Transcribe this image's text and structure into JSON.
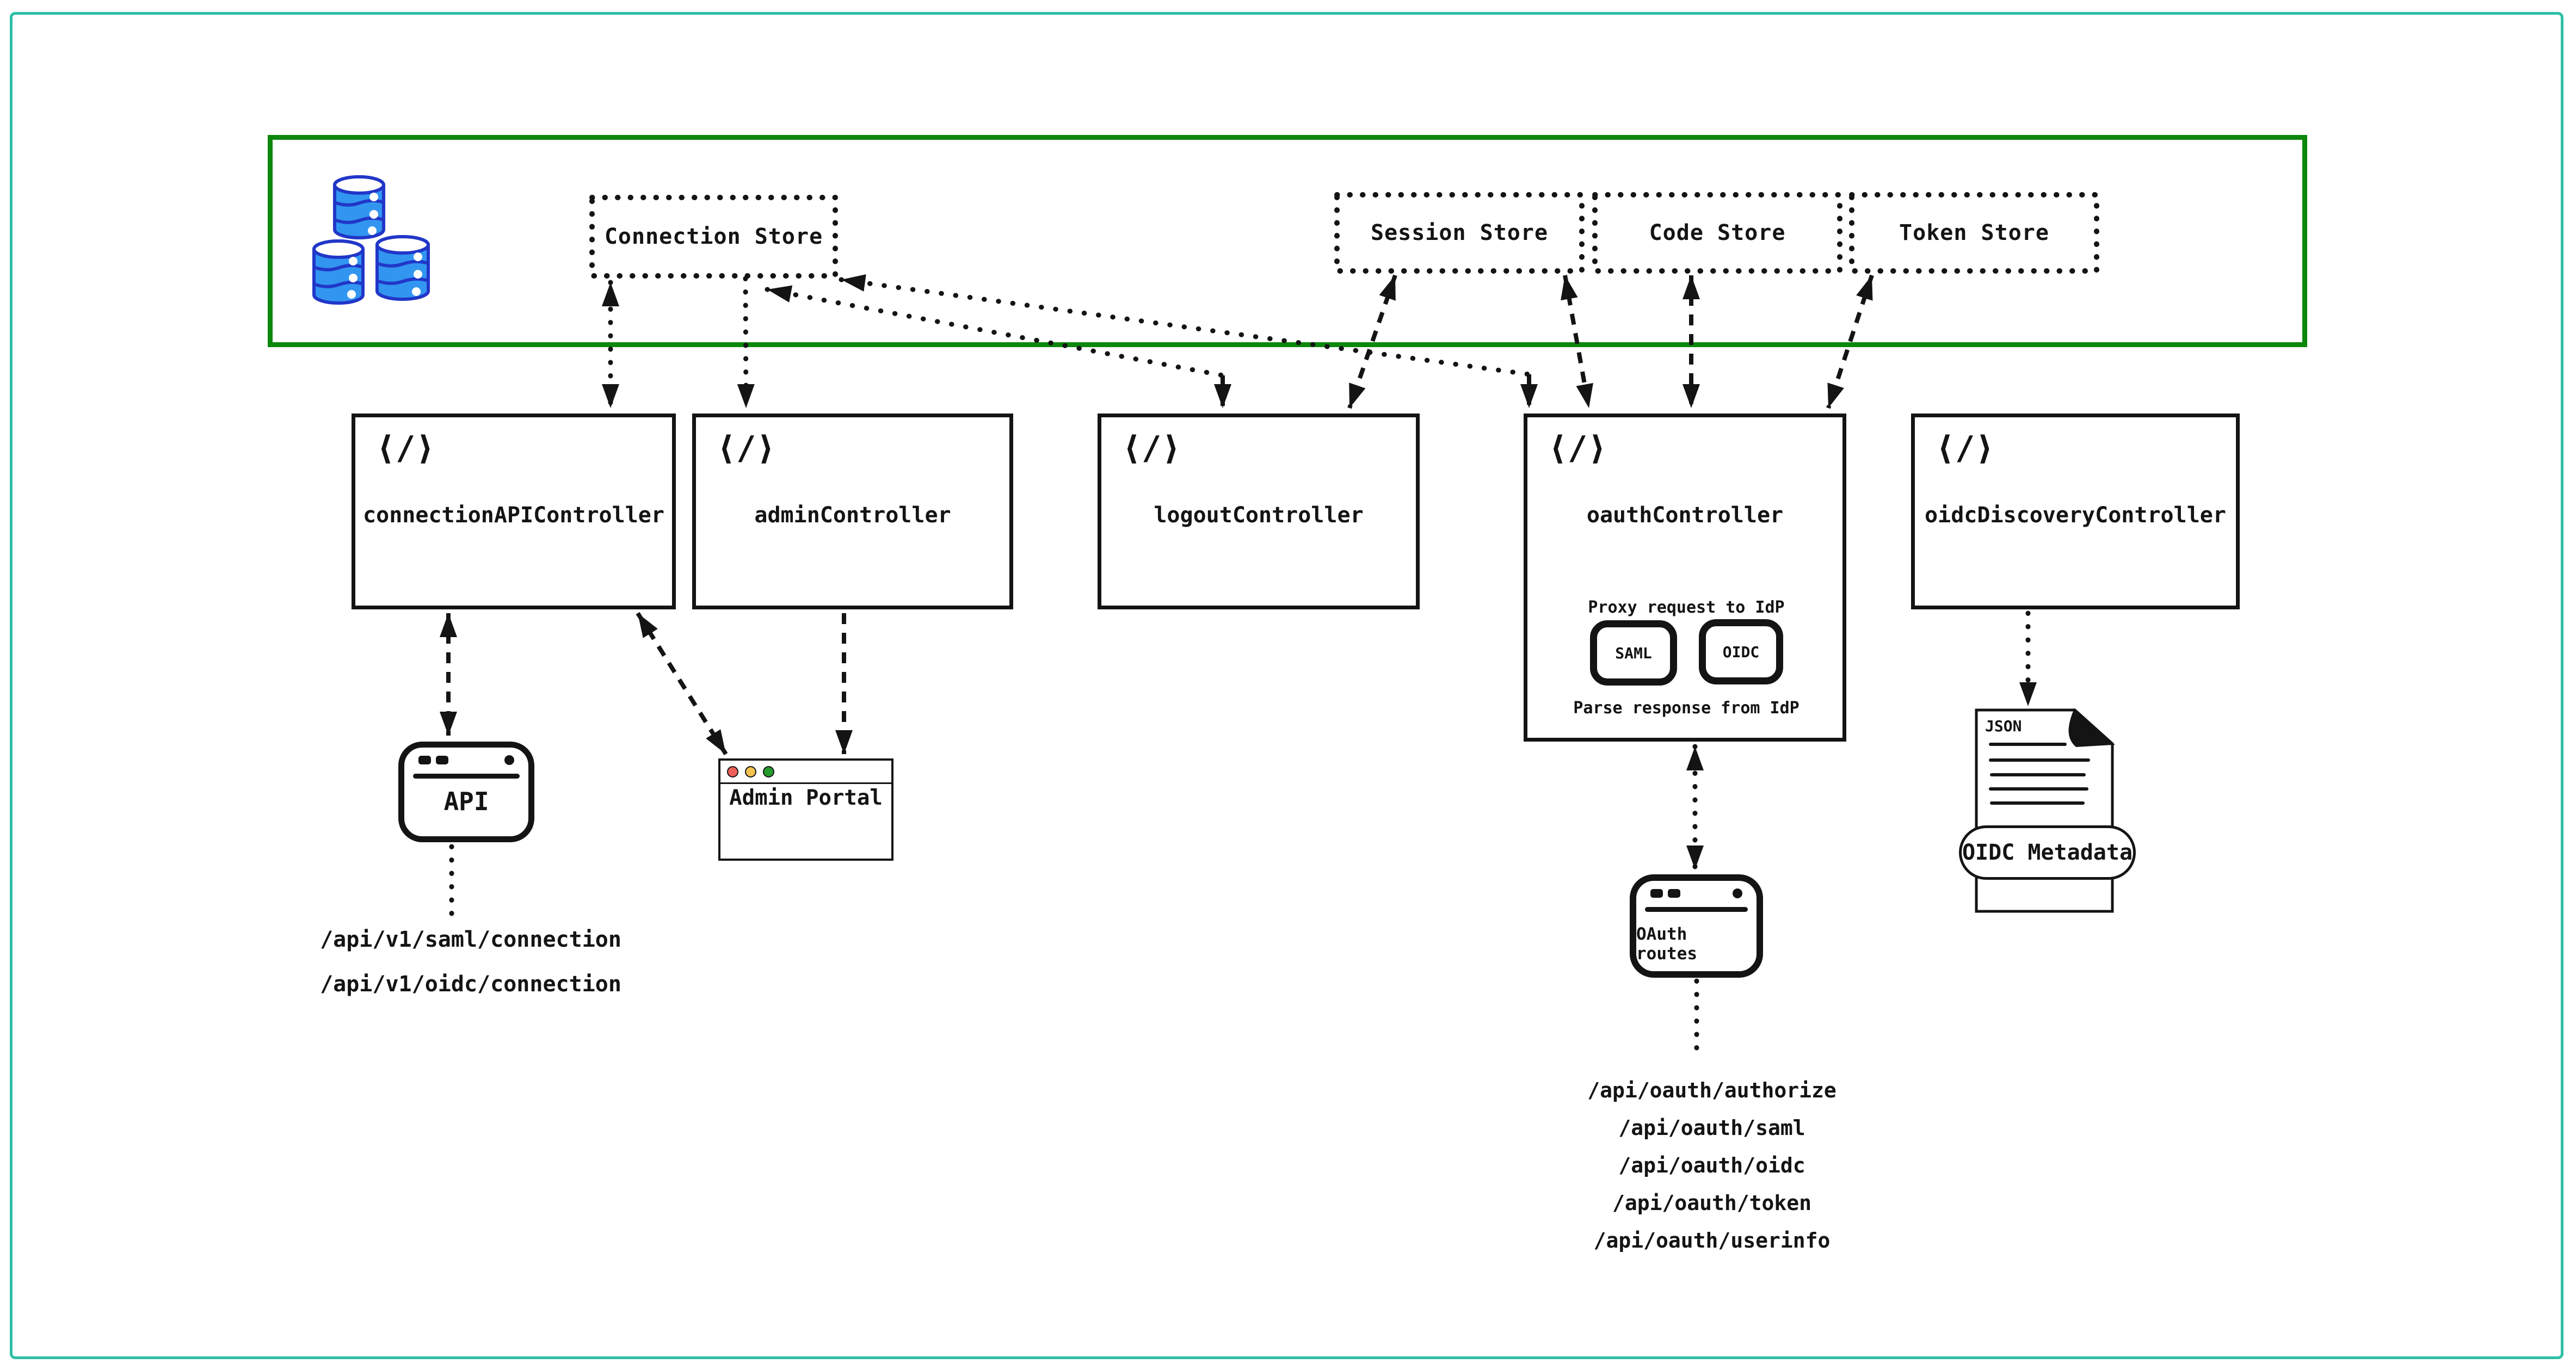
{
  "colors": {
    "frame_teal": "#2EBFA5",
    "store_green": "#0C870C",
    "ink": "#141414",
    "db_fill": "#3296F1",
    "db_stroke": "#2137C8",
    "traffic_red": "#F0605A",
    "traffic_yellow": "#F5C250",
    "traffic_green": "#259A2E"
  },
  "data_layer": {
    "stores": [
      {
        "label": "Connection Store"
      },
      {
        "label": "Session Store"
      },
      {
        "label": "Code Store"
      },
      {
        "label": "Token Store"
      }
    ]
  },
  "controllers": [
    {
      "label": "connectionAPIController"
    },
    {
      "label": "adminController"
    },
    {
      "label": "logoutController"
    },
    {
      "label": "oauthController"
    },
    {
      "label": "oidcDiscoveryController"
    }
  ],
  "oauth_internals": {
    "proxy_label": "Proxy request to IdP",
    "protocols": [
      {
        "label": "SAML"
      },
      {
        "label": "OIDC"
      }
    ],
    "parse_label": "Parse response from IdP"
  },
  "clients": {
    "api_window": {
      "label": "API"
    },
    "admin_portal": {
      "label": "Admin Portal"
    },
    "oauth_routes_window": {
      "label": "OAuth routes"
    }
  },
  "api_endpoints": {
    "connection_api": [
      "/api/v1/saml/connection",
      "/api/v1/oidc/connection"
    ],
    "oauth": [
      "/api/oauth/authorize",
      "/api/oauth/saml",
      "/api/oauth/oidc",
      "/api/oauth/token",
      "/api/oauth/userinfo"
    ]
  },
  "oidc_metadata_doc": {
    "file_type": "JSON",
    "label": "OIDC Metadata"
  },
  "icons": {
    "code_glyph": "⟨/⟩"
  }
}
